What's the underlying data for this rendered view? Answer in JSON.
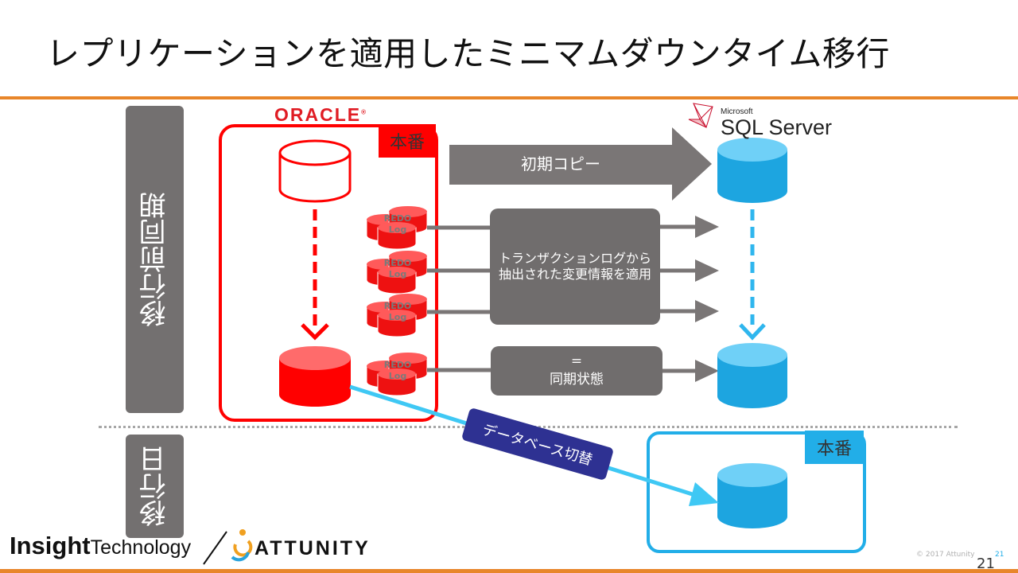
{
  "title": "レプリケーションを適用したミニマムダウンタイム移行",
  "phases": {
    "pre_sync": "移行前同期",
    "cutover_day": "移行日"
  },
  "logos": {
    "oracle": "ORACLE",
    "oracle_reg": "®",
    "sql_server_microsoft": "Microsoft",
    "sql_server_name": "SQL Server",
    "insight_strong": "Insight",
    "insight_light": "Technology",
    "attunity": "ATTUNITY"
  },
  "badges": {
    "oracle_production": "本番",
    "sql_production": "本番"
  },
  "arrows": {
    "initial_copy": "初期コピー",
    "switchover": "データベース切替"
  },
  "redo_logs": [
    {
      "line1": "REDO",
      "line2": "Log"
    },
    {
      "line1": "REDO",
      "line2": "Log"
    },
    {
      "line1": "REDO",
      "line2": "Log"
    },
    {
      "line1": "REDO",
      "line2": "Log"
    }
  ],
  "boxes": {
    "log_apply_line1": "トランザクションログから",
    "log_apply_line2": "抽出された変更情報を適用",
    "sync_line1": "=",
    "sync_line2": "同期状態"
  },
  "footer": {
    "copyright": "© 2017 Attunity",
    "mini_page": "21",
    "page_number": "21"
  },
  "colors": {
    "accent_orange": "#e8862a",
    "oracle_red": "#ff0000",
    "sql_blue": "#22aee8",
    "panel_gray": "#737070",
    "switchover_blue": "#2e3192",
    "switchover_arrow": "#3fc8f4"
  }
}
